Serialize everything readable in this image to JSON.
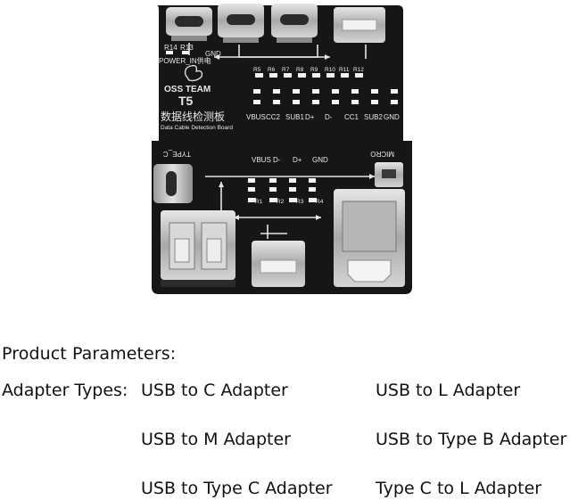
{
  "board": {
    "labels": {
      "r14": "R14",
      "r13": "R13",
      "power_in": "POWER_IN供电",
      "gnd_small": "GND",
      "oss_team": "OSS TEAM",
      "model": "T5",
      "cn_title": "数据线检测板",
      "en_title": "Data Cable Detection Board",
      "type_c": "TYPE_C",
      "micro": "MICRO",
      "pins_top": [
        "VBUS",
        "CC2",
        "SUB1",
        "D+",
        "D-",
        "CC1",
        "SUB2",
        "GND"
      ],
      "resistors_top": [
        "R5",
        "R6",
        "R7",
        "R8",
        "R9",
        "R10",
        "R11",
        "R12"
      ],
      "pins_mid": [
        "VBUS",
        "D-",
        "D+",
        "GND"
      ],
      "resistors_mid": [
        "R1",
        "R2",
        "R3",
        "R4"
      ]
    }
  },
  "params": {
    "title": "Product Parameters:",
    "adapter_label": "Adapter Types:",
    "adapters": [
      [
        "USB to C Adapter",
        "USB to L Adapter"
      ],
      [
        "USB to M Adapter",
        "USB to Type B Adapter"
      ],
      [
        "USB to Type C Adapter",
        "Type C to L Adapter"
      ]
    ]
  },
  "colors": {
    "pcb": "#161616",
    "silkscreen": "#e8e8e8",
    "metal": "#c9c9c9"
  }
}
